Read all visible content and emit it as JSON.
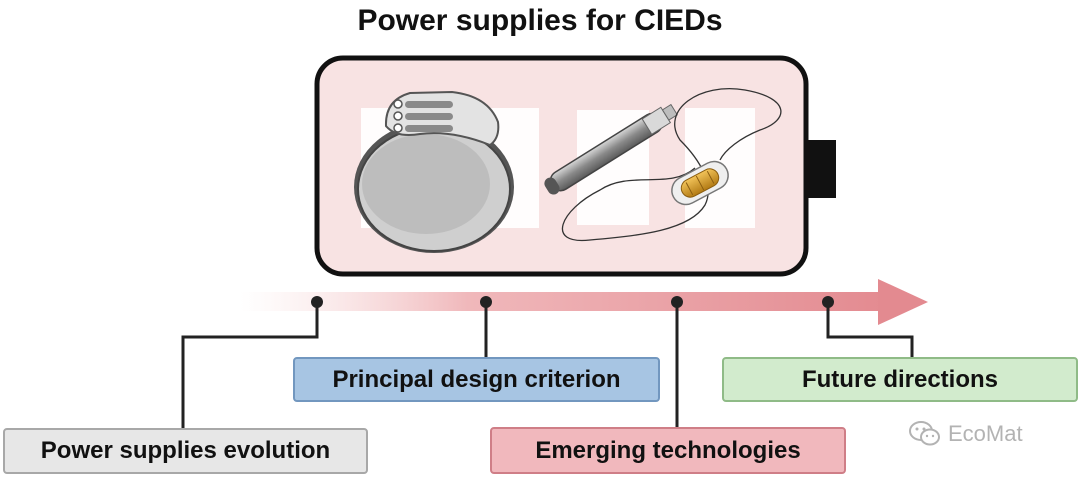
{
  "title": "Power supplies for CIEDs",
  "labels": {
    "evolution": "Power supplies evolution",
    "criterion": "Principal design criterion",
    "emerging": "Emerging technologies",
    "future": "Future directions"
  },
  "watermark": "EcoMat",
  "colors": {
    "battery_fill": "#f8e3e3",
    "arrow": "#e38a90",
    "evolution_box": "#e7e7e7",
    "criterion_box": "#a7c5e3",
    "emerging_box": "#f1b8bd",
    "future_box": "#d2ebcd"
  },
  "icons": [
    "pacemaker-icon",
    "leadless-pacemaker-icon",
    "capsule-device-icon",
    "wechat-icon"
  ]
}
